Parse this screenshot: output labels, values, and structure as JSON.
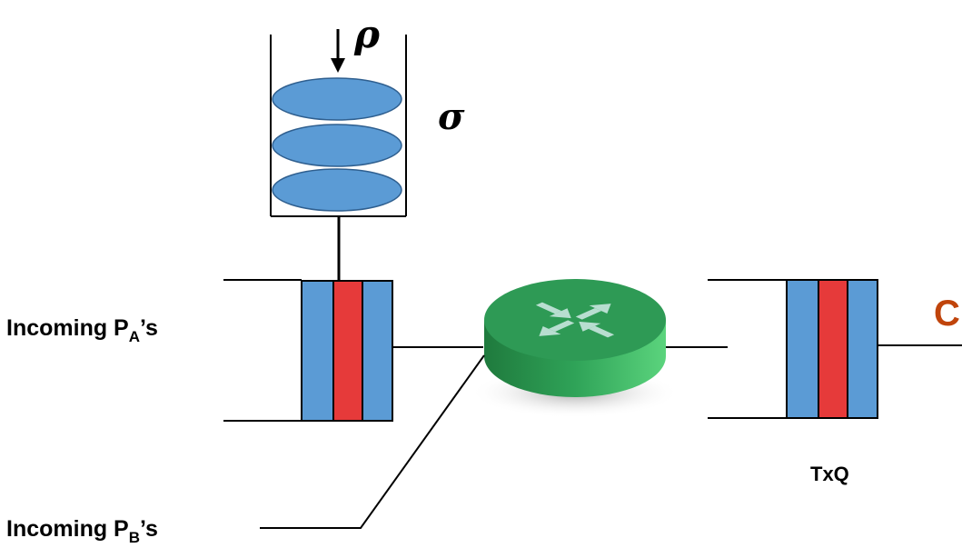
{
  "labels": {
    "rho": "ρ",
    "sigma": "σ",
    "capacity": "C",
    "txq": "TxQ",
    "incoming_a_prefix": "Incoming P",
    "incoming_a_sub": "A",
    "incoming_a_suffix": "’s",
    "incoming_b_prefix": "Incoming P",
    "incoming_b_sub": "B",
    "incoming_b_suffix": "’s"
  },
  "colors": {
    "token": "#5b9bd5",
    "token_stroke": "#2f5f8f",
    "queue_blue": "#5b9bd5",
    "queue_red": "#e63a3a",
    "router_top": "#2e9a55",
    "router_side_dark": "#1f7a3d",
    "router_side_light": "#5bd47d",
    "router_arrows": "#b8ded0",
    "capacity": "#c0440b"
  },
  "icons": {
    "router": "router-icon"
  }
}
